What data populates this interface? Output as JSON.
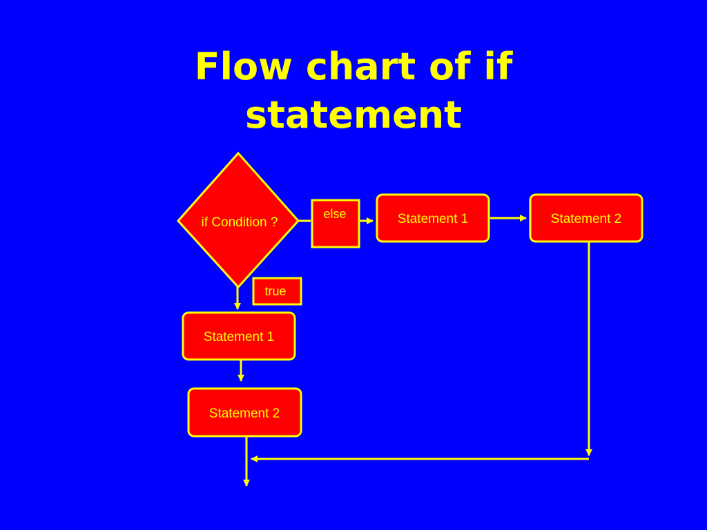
{
  "slide": {
    "title_line1": "Flow chart of if",
    "title_line2": "statement"
  },
  "diagram": {
    "condition": "if Condition ?",
    "else_label": "else",
    "true_label": "true",
    "else_branch": {
      "statement1": "Statement 1",
      "statement2": "Statement 2"
    },
    "true_branch": {
      "statement1": "Statement 1",
      "statement2": "Statement 2"
    }
  },
  "colors": {
    "background": "#0000ff",
    "node_fill": "#ff0000",
    "stroke_and_text": "#ffff00"
  }
}
